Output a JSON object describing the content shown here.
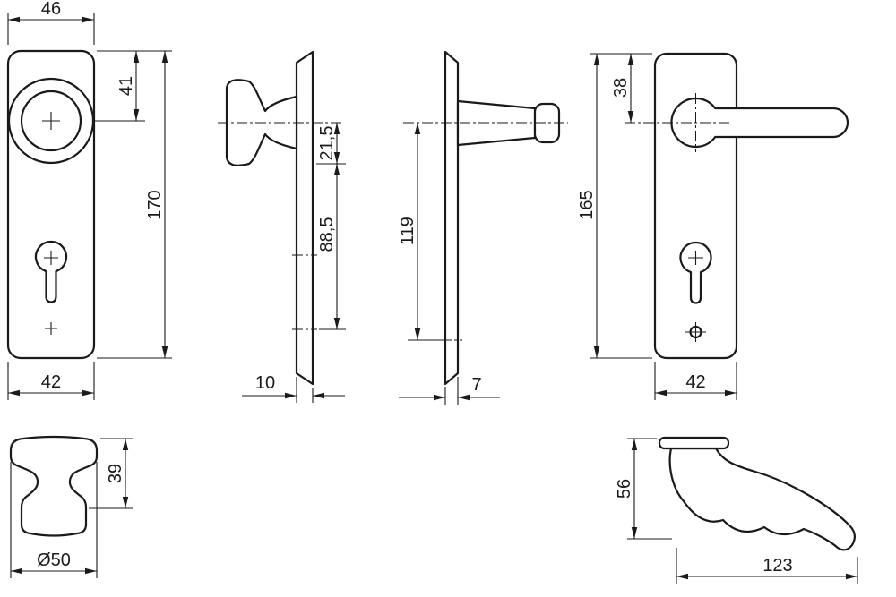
{
  "drawing": {
    "background": "#ffffff",
    "line_color": "#1a1a1a",
    "views": {
      "knob_plate_front": {
        "label": "knob plate front view",
        "dim_width_top": "46",
        "dim_knob_center_offset": "41",
        "dim_plate_height": "170",
        "dim_width_bottom": "42"
      },
      "knob_plate_side": {
        "label": "knob plate side view",
        "dim_offset_upper": "21,5",
        "dim_offset_lower": "88,5",
        "dim_thickness": "10"
      },
      "lever_plate_side": {
        "label": "lever plate side view",
        "dim_length": "119",
        "dim_thickness": "7"
      },
      "lever_plate_front": {
        "label": "lever plate front view",
        "dim_lever_center_offset": "38",
        "dim_plate_height": "165",
        "dim_width_bottom": "42"
      },
      "knob_detail": {
        "label": "knob detail view",
        "dim_height": "39",
        "dim_diameter": "Ø50"
      },
      "lever_detail": {
        "label": "lever handle detail view",
        "dim_height": "56",
        "dim_length": "123"
      }
    }
  }
}
